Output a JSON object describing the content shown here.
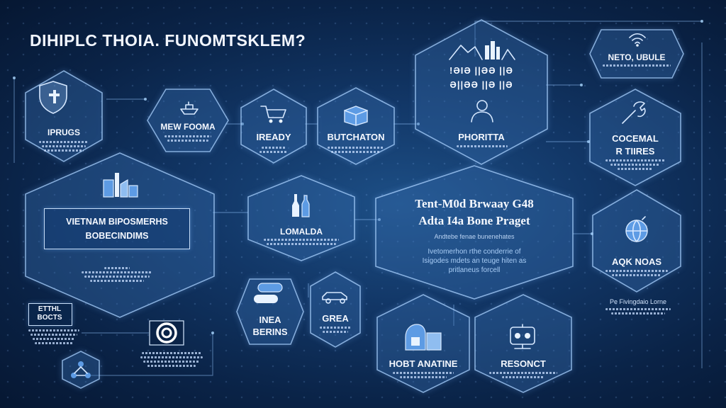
{
  "title": "DIHIPLC THOIA. FUNOMTSKLEM?",
  "nodes": {
    "iprugs": "IPRUGS",
    "mew_fooma": "MEW FOOMA",
    "iready": "IREADY",
    "butchaton": "BUTCHATON",
    "top_center_line1": "!ƏIƏ ||ƏƏ ||Ə",
    "top_center_line2": "Ə||ƏƏ ||Ə ||Ə",
    "phoritta": "PHORITTA",
    "neto_ubule": "NETO, UBULE",
    "cocemal_line1": "COCEMAL",
    "cocemal_line2": "R TIIRES",
    "vietnam_line1": "VIETNAM BIPOSMERHS",
    "vietnam_line2": "BOBECINDIMS",
    "lomalda": "LOMALDA",
    "center_title_line1": "Tent-M0d Brwaay G48",
    "center_title_line2": "Adta I4a Bone Praget",
    "center_sub": "Andtebe fenae bunenehates",
    "center_body_line1": "Ivetomerhon rthe conderrie of",
    "center_body_line2": "Isigodes mdets an teuge hiten as",
    "center_body_line3": "pritlaneus forcell",
    "aqk_noas": "AQK NOAS",
    "aqk_caption": "Pe Fivingdaio Lorne",
    "etthl_line1": "ETTHL",
    "etthl_line2": "BOCTS",
    "inea_line1": "INEA",
    "inea_line2": "BERINS",
    "grea": "GREA",
    "hobt_anatine": "HOBT ANATINE",
    "resonct": "RESONCT"
  },
  "icons": {
    "shield": "shield-icon",
    "wifi": "wifi-icon",
    "factory": "factory-icon",
    "boat": "boat-icon",
    "cart": "cart-icon",
    "box": "box-icon",
    "city": "city-skyline-icon",
    "person": "person-icon",
    "tool": "tool-icon",
    "bottles": "bottles-icon",
    "globe": "globe-icon",
    "network": "network-icon",
    "logo": "circular-logo-icon",
    "machine": "machine-icon",
    "car": "car-icon",
    "robot": "robot-icon",
    "stack": "stack-icon"
  },
  "colors": {
    "background": "#0d2b55",
    "accent": "#5d9be4",
    "stroke": "#aad2ff"
  }
}
